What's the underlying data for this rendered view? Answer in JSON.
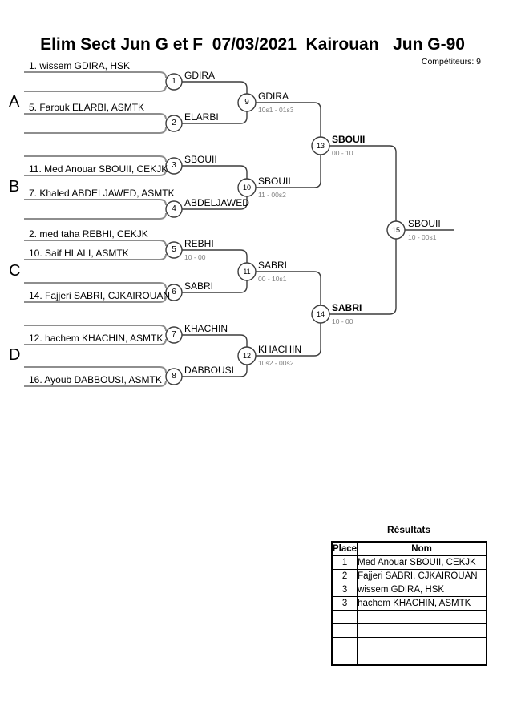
{
  "title": "Elim Sect Jun G et F  07/03/2021  Kairouan   Jun G-90",
  "competitors_label": "Compétiteurs: 9",
  "sections": [
    "A",
    "B",
    "C",
    "D"
  ],
  "bracket": {
    "round1": [
      {
        "match": "1",
        "top": "1. wissem GDIRA, HSK",
        "bottom": "",
        "winner": "GDIRA",
        "score": ""
      },
      {
        "match": "2",
        "top": "5. Farouk ELARBI, ASMTK",
        "bottom": "",
        "winner": "ELARBI",
        "score": ""
      },
      {
        "match": "3",
        "top": "",
        "bottom": "11. Med Anouar SBOUII, CEKJK",
        "winner": "SBOUII",
        "score": ""
      },
      {
        "match": "4",
        "top": "7. Khaled ABDELJAWED, ASMTK",
        "bottom": "",
        "winner": "ABDELJAWED",
        "score": ""
      },
      {
        "match": "5",
        "top": "2. med taha REBHI, CEKJK",
        "bottom": "10. Saif HLALI, ASMTK",
        "winner": "REBHI",
        "score": "10 - 00"
      },
      {
        "match": "6",
        "top": "",
        "bottom": "14. Fajjeri SABRI, CJKAIROUAN",
        "winner": "SABRI",
        "score": ""
      },
      {
        "match": "7",
        "top": "",
        "bottom": "12. hachem KHACHIN, ASMTK",
        "winner": "KHACHIN",
        "score": ""
      },
      {
        "match": "8",
        "top": "",
        "bottom": "16. Ayoub DABBOUSI, ASMTK",
        "winner": "DABBOUSI",
        "score": ""
      }
    ],
    "round2": [
      {
        "match": "9",
        "winner": "GDIRA",
        "score": "10s1 - 01s3"
      },
      {
        "match": "10",
        "winner": "SBOUII",
        "score": "11 - 00s2"
      },
      {
        "match": "11",
        "winner": "SABRI",
        "score": "00 - 10s1"
      },
      {
        "match": "12",
        "winner": "KHACHIN",
        "score": "10s2 - 00s2"
      }
    ],
    "round3": [
      {
        "match": "13",
        "winner": "SBOUII",
        "score": "00 - 10",
        "bold": true
      },
      {
        "match": "14",
        "winner": "SABRI",
        "score": "10 - 00",
        "bold": true
      }
    ],
    "final": {
      "match": "15",
      "winner": "SBOUII",
      "score": "10 - 00s1"
    }
  },
  "results": {
    "heading": "Résultats",
    "columns": [
      "Place",
      "Nom"
    ],
    "rows": [
      {
        "place": "1",
        "nom": "Med Anouar SBOUII, CEKJK"
      },
      {
        "place": "2",
        "nom": "Fajjeri SABRI, CJKAIROUAN"
      },
      {
        "place": "3",
        "nom": "wissem GDIRA, HSK"
      },
      {
        "place": "3",
        "nom": "hachem KHACHIN, ASMTK"
      },
      {
        "place": "",
        "nom": ""
      },
      {
        "place": "",
        "nom": ""
      },
      {
        "place": "",
        "nom": ""
      },
      {
        "place": "",
        "nom": ""
      }
    ]
  },
  "colors": {
    "entrant_line": "#8e8e8e",
    "connector_line": "#3c3c3c",
    "score_text": "#7f7f7f"
  }
}
